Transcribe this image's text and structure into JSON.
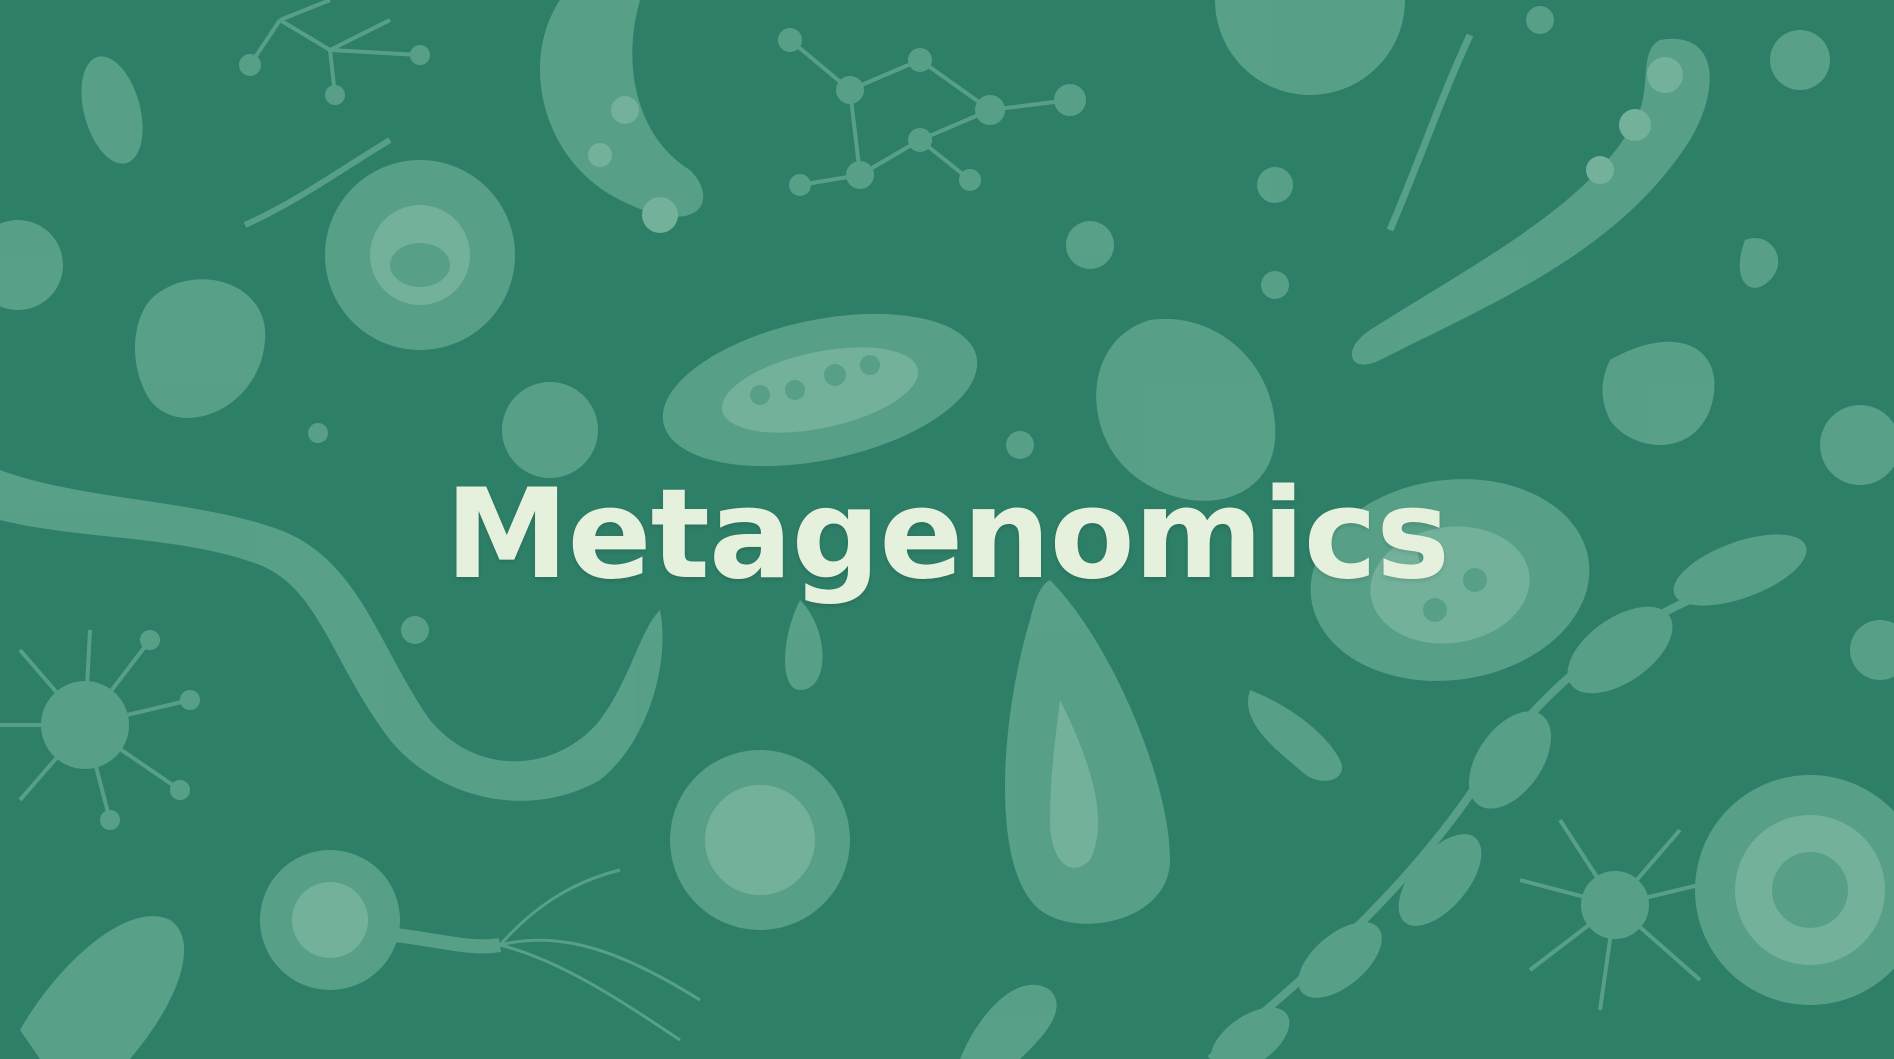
{
  "slide": {
    "title": "Metagenomics",
    "colors": {
      "background": "#2e7f68",
      "microbe_fill": "#66ab93",
      "microbe_light": "#80baa4",
      "title_text": "#e6f1dd"
    }
  },
  "illustrations": [
    "microbe-illustration",
    "bacteria-chain-illustration",
    "virus-illustration"
  ]
}
